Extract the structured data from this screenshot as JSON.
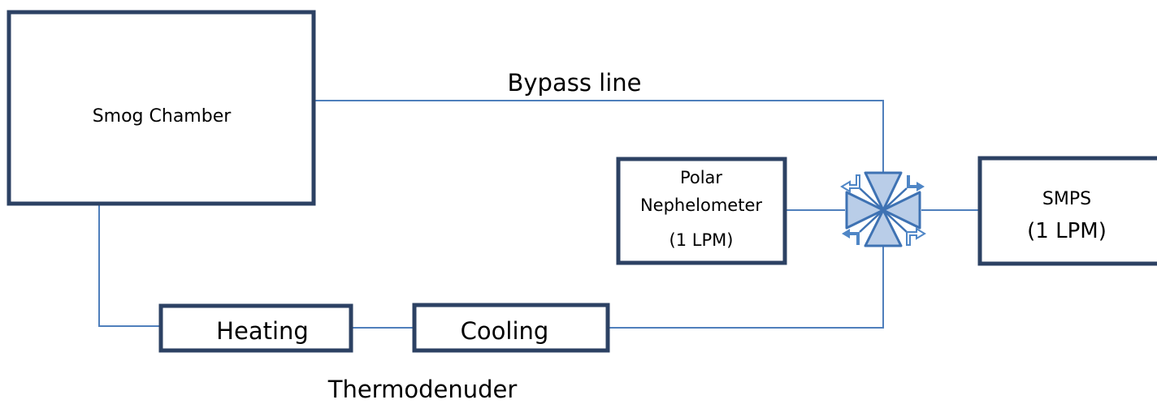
{
  "nodes": {
    "smog_chamber": "Smog Chamber",
    "polar_nephelometer_line1": "Polar",
    "polar_nephelometer_line2": "Nephelometer",
    "polar_nephelometer_line3": "(1 LPM)",
    "smps_line1": "SMPS",
    "smps_line2": "(1 LPM)",
    "heating": "Heating",
    "cooling": "Cooling"
  },
  "labels": {
    "bypass_line": "Bypass line",
    "thermodenuder": "Thermodenuder"
  },
  "icons": {
    "valve": "four-way-valve-icon"
  },
  "colors": {
    "box_border": "#2c4163",
    "connector_line": "#4f7fbc",
    "valve_fill": "#b9cde8",
    "valve_stroke": "#3e72b3"
  }
}
